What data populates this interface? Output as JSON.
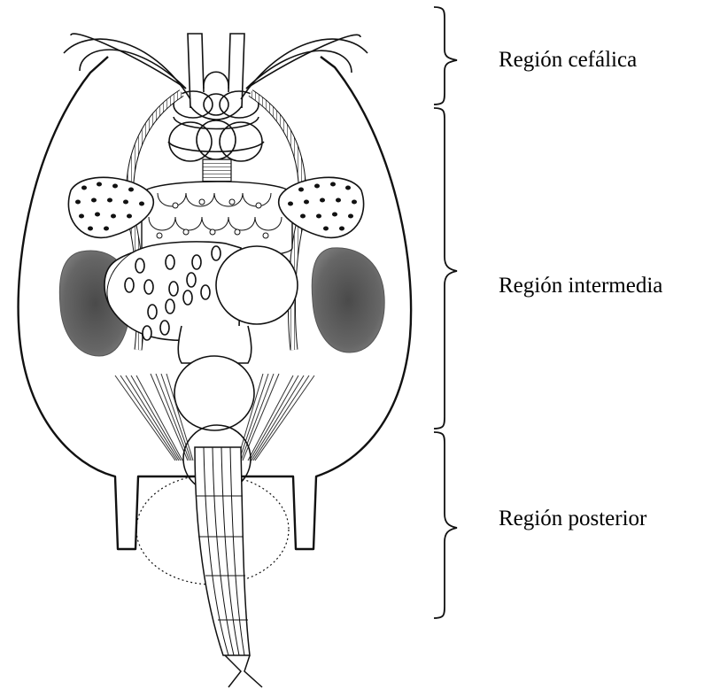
{
  "regions": [
    {
      "label": "Región cefálica"
    },
    {
      "label": "Región intermedia"
    },
    {
      "label": "Región posterior"
    }
  ],
  "colors": {
    "ink": "#111111",
    "organ_dark": "#5a5a5a",
    "background": "#ffffff"
  }
}
